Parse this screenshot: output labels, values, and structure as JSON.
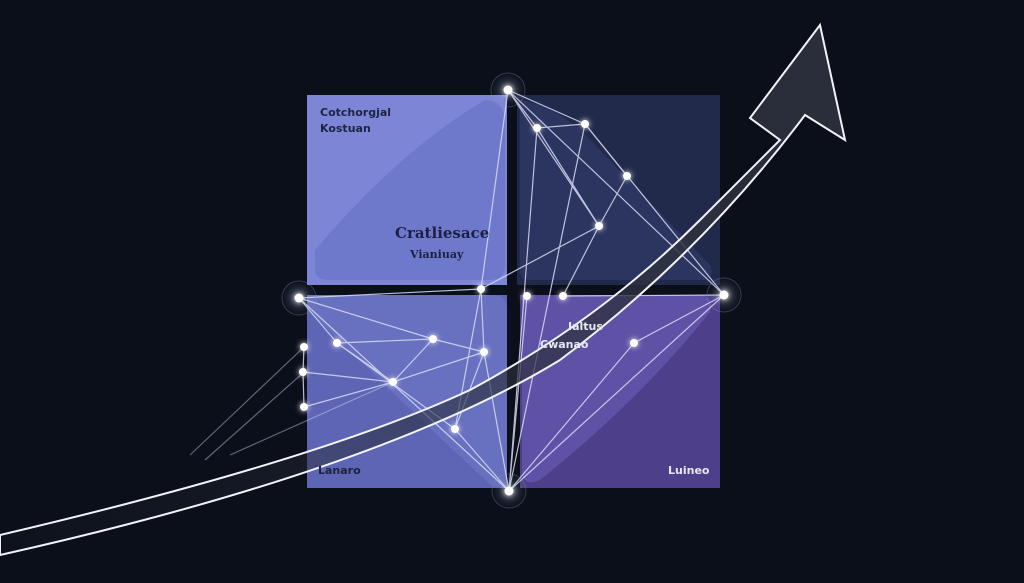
{
  "labels": {
    "top_left_line1": "Cotchorgjal",
    "top_left_line2": "Kostuan",
    "center_line1": "Cratliesace",
    "center_line2": "Vianiuay",
    "right_center_line1": "Ialtus",
    "right_center_line2": "Cwanao",
    "bottom_left": "Lanaro",
    "bottom_right": "Luineo"
  },
  "colors": {
    "background": "#0a0f1a",
    "tile_top_left": "#7d86d6",
    "tile_top_left_inner": "#6f79cc",
    "tile_top_right": "#222a4c",
    "tile_top_right_inner": "#2c3460",
    "tile_bottom_left": "#5e65b5",
    "tile_bottom_left_inner": "#6870c0",
    "tile_bottom_right": "#4e3f8a",
    "tile_bottom_right_inner": "#5f52a6",
    "node": "#ffffff",
    "edge": "#d8dcf5",
    "arrow": "#2a2e3c"
  }
}
